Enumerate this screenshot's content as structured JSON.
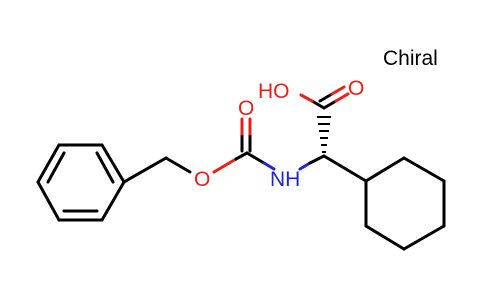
{
  "molecule": {
    "chiral_flag": "Chiral",
    "atoms": {
      "hydroxyl": "HO",
      "acid_carbonyl_oxygen": "O",
      "carbamate_carbonyl_oxygen": "O",
      "ester_oxygen": "O",
      "amine_nh": "NH"
    }
  },
  "colors": {
    "bond": "#000000",
    "oxygen": "#e8201a",
    "nitrogen": "#2323d6",
    "background": "#ffffff"
  }
}
